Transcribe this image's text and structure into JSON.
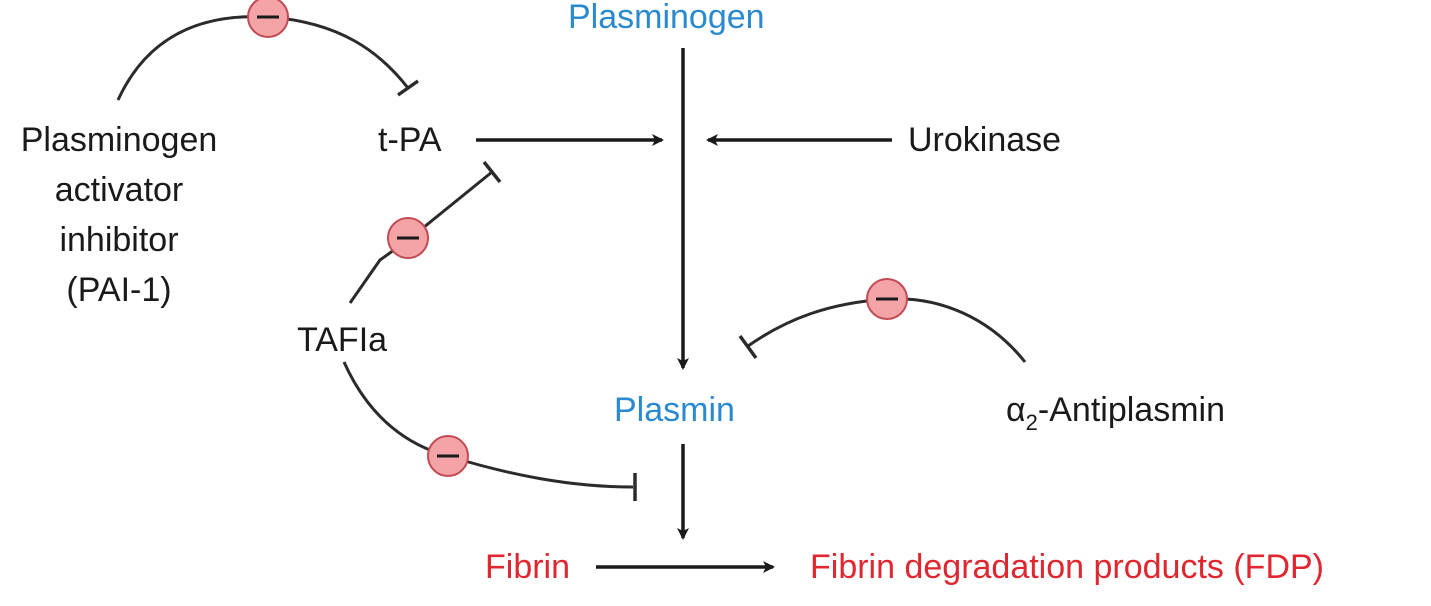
{
  "nodes": {
    "plasminogen": "Plasminogen",
    "tpa": "t-PA",
    "urokinase": "Urokinase",
    "pai": [
      "Plasminogen",
      "activator",
      "inhibitor",
      "(PAI-1)"
    ],
    "tafia": "TAFIa",
    "plasmin": "Plasmin",
    "antiplasmin_alpha": "α",
    "antiplasmin_sub": "2",
    "antiplasmin_rest": "-Antiplasmin",
    "fibrin": "Fibrin",
    "fdp": "Fibrin degradation products (FDP)"
  },
  "inhibition_symbol": "–",
  "colors": {
    "text": "#1a1a1a",
    "blue_molecule": "#2a8ad0",
    "red_molecule": "#e0262f",
    "inhibition_fill": "#f4a3a6",
    "inhibition_stroke": "#c24c55",
    "edge": "#2b2b2b"
  }
}
